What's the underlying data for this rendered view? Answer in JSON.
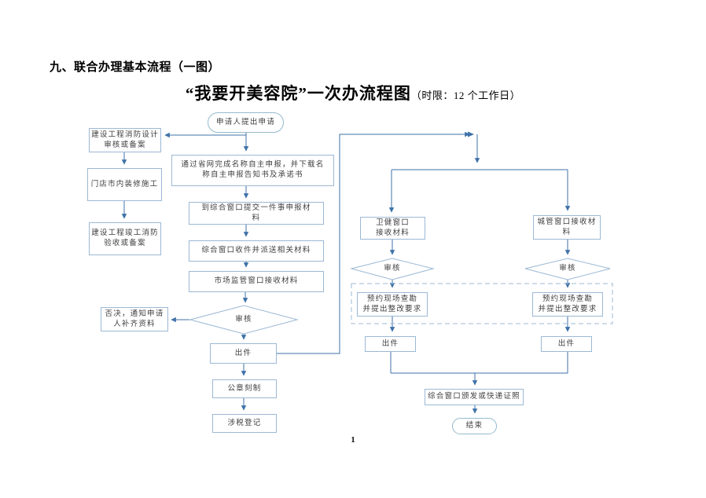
{
  "heading": "九、联合办理基本流程（一图）",
  "title": {
    "main": "“我要开美容院”一次办流程图",
    "note": "（时限：12 个工作日）"
  },
  "footer": {
    "page_number": "1"
  },
  "colors": {
    "line": "#3f72a8",
    "box_border": "#9cb8d4",
    "text": "#3f3f3f"
  },
  "nodes": {
    "start": "申请人提出申请",
    "fire_design": "建设工程消防设计\n审核或备案",
    "renovation": "门店市内装修施工",
    "fire_acceptance": "建设工程竣工消防\n验收或备案",
    "name_declare": "通过省网完成名称自主申报，并下载名\n称自主申报告知书及承诺书",
    "submit": "到综合窗口提交一件事申报材\n料",
    "receive_dispatch": "综合窗口收件并派送相关材料",
    "market_receive": "市场监管窗口接收材料",
    "review_main": "审核",
    "reject": "否决，通知申请\n人补齐资料",
    "issue_main": "出件",
    "seal": "公章刻制",
    "tax": "涉税登记",
    "health_receive": "卫健窗口\n接收材料",
    "urban_receive": "城管窗口接收材\n料",
    "review_health": "审核",
    "review_urban": "审核",
    "survey_health": "预约现场查勘\n并提出整改要求",
    "survey_urban": "预约现场查勘\n并提出整改要求",
    "issue_health": "出件",
    "issue_urban": "出件",
    "license": "综合窗口颁发或快递证照",
    "end": "结束"
  }
}
